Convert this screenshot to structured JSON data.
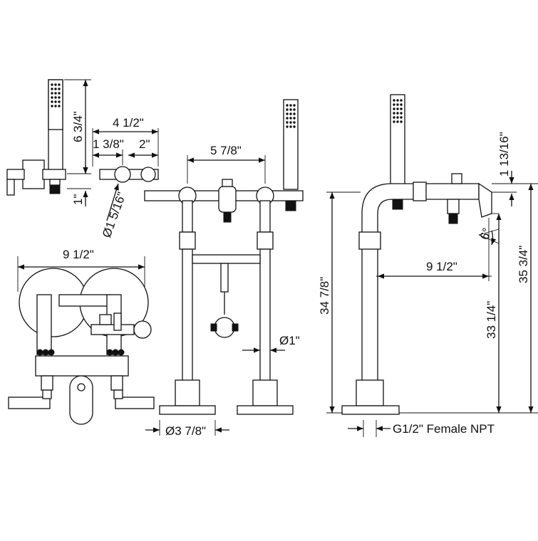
{
  "dimensions": {
    "handshower_height": "6 3/4\"",
    "handshower_offset": "1\"",
    "handle_span": "4 1/2\"",
    "handle_left": "1 3/8\"",
    "handle_right": "2\"",
    "handle_diameter": "Ø1 5/16\"",
    "plan_width": "9 1/2\"",
    "front_span": "5 7/8\"",
    "pipe_diameter": "Ø1\"",
    "base_diameter": "Ø3 7/8\"",
    "spout_top": "1 13/16\"",
    "spout_angle": "6°",
    "spout_reach": "9 1/2\"",
    "body_height": "34 7/8\"",
    "spout_height": "33 1/4\"",
    "overall_height": "35 3/4\"",
    "connection": "G1/2\" Female NPT"
  }
}
